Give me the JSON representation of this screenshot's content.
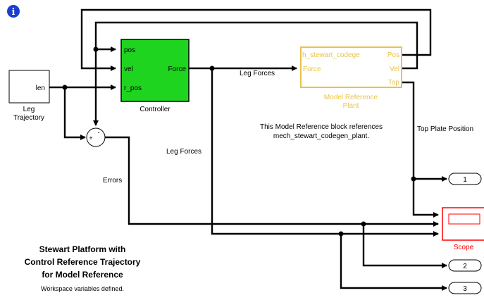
{
  "info_icon": "info-icon",
  "blocks": {
    "leg_trajectory": {
      "port_out": "len",
      "name_line1": "Leg",
      "name_line2": "Trajectory"
    },
    "controller": {
      "in_ports": [
        "pos",
        "vel",
        "r_pos"
      ],
      "out_port": "Force",
      "name": "Controller",
      "color": "#1ed41e"
    },
    "plant": {
      "title_port": "h_stewart_codege",
      "in_port": "Force",
      "out_ports": [
        "Pos",
        "Vel",
        "Top"
      ],
      "name_line1": "Model Reference",
      "name_line2": "Plant",
      "color": "#e8c34a"
    },
    "sum": {
      "signs": [
        "-",
        "+"
      ]
    },
    "scope": {
      "name": "Scope",
      "color": "#ff0000"
    },
    "outports": [
      "1",
      "2",
      "3"
    ]
  },
  "signals": {
    "leg_forces_top": "Leg Forces",
    "leg_forces_mid": "Leg Forces",
    "errors": "Errors",
    "top_plate": "Top Plate Position"
  },
  "annotations": {
    "plant_note_line1": "This Model Reference block references",
    "plant_note_line2": "mech_stewart_codegen_plant.",
    "title_line1": "Stewart Platform with",
    "title_line2": "Control Reference Trajectory",
    "title_line3": "for Model Reference",
    "workspace": "Workspace variables defined."
  }
}
